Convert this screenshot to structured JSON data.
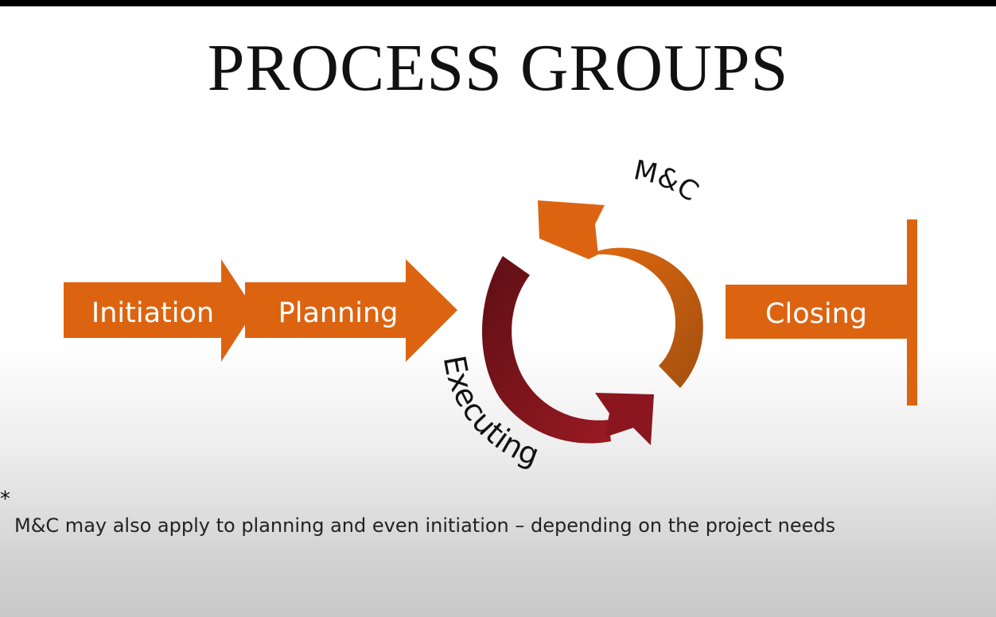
{
  "slide": {
    "title": "PROCESS GROUPS",
    "footnote_marker": "*",
    "footnote": "M&C may also apply to planning and even initiation – depending on the project needs"
  },
  "diagram": {
    "stages": {
      "initiation": "Initiation",
      "planning": "Planning",
      "monitoring_controlling": "M&C",
      "executing": "Executing",
      "closing": "Closing"
    },
    "colors": {
      "orange": "#DC6411",
      "dark_orange": "#B6520F",
      "red": "#8C1620",
      "dark_red": "#6A1216"
    }
  }
}
